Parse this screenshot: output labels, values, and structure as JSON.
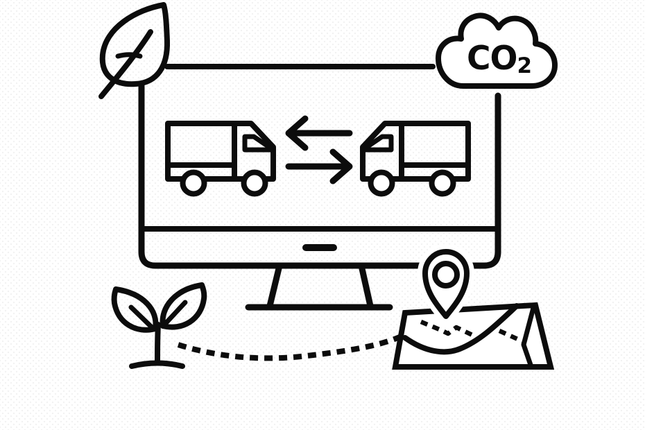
{
  "illustration": {
    "description": "Black line-art illustration: monitor with two delivery trucks exchanging, leaf, CO2 cloud, sprout, dotted route to a map with location pin",
    "colors": {
      "stroke": "#0c0c0c",
      "background": "#ffffff"
    },
    "co2_cloud": {
      "label_main": "CO",
      "label_subscript": "2"
    },
    "icons": [
      "leaf-icon",
      "co2-cloud-icon",
      "connector-line",
      "monitor",
      "delivery-truck-left",
      "delivery-truck-right",
      "exchange-arrows",
      "monitor-stand",
      "sprout-icon",
      "dotted-route",
      "map-icon",
      "location-pin-icon"
    ]
  }
}
